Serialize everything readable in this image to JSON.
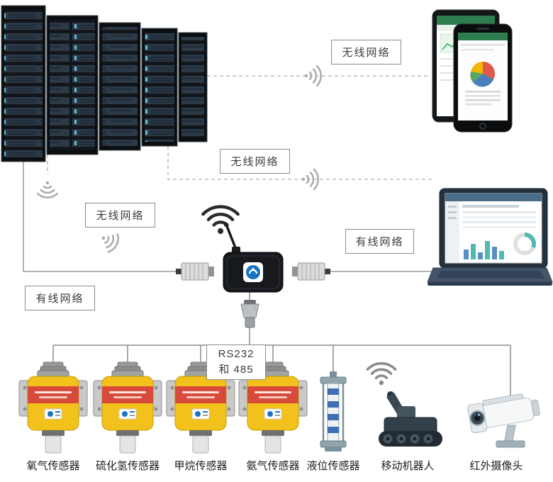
{
  "network_labels": {
    "wireless": "无线网络",
    "wired": "有线网络",
    "serial_line1": "RS232",
    "serial_line2": "和 485"
  },
  "devices": [
    {
      "label": "氧气传感器"
    },
    {
      "label": "硫化氢传感器"
    },
    {
      "label": "甲烷传感器"
    },
    {
      "label": "氨气传感器"
    },
    {
      "label": "液位传感器"
    },
    {
      "label": "移动机器人"
    },
    {
      "label": "红外摄像头"
    }
  ]
}
